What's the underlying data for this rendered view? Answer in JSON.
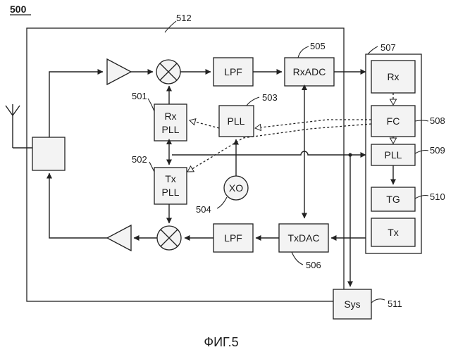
{
  "figure": {
    "number": "500",
    "caption": "ФИГ.5"
  },
  "refs": {
    "r512": "512",
    "r505": "505",
    "r507": "507",
    "r501": "501",
    "r503": "503",
    "r508": "508",
    "r502": "502",
    "r509": "509",
    "r504": "504",
    "r510": "510",
    "r506": "506",
    "r511": "511"
  },
  "blocks": {
    "lpf_rx": "LPF",
    "rxadc": "RxADC",
    "rx_pll_line1": "Rx",
    "rx_pll_line2": "PLL",
    "pll": "PLL",
    "tx_pll_line1": "Tx",
    "tx_pll_line2": "PLL",
    "xo": "XO",
    "lpf_tx": "LPF",
    "txdac": "TxDAC",
    "rx": "Rx",
    "fc": "FC",
    "pll_digital": "PLL",
    "tg": "TG",
    "tx": "Tx",
    "sys": "Sys"
  }
}
